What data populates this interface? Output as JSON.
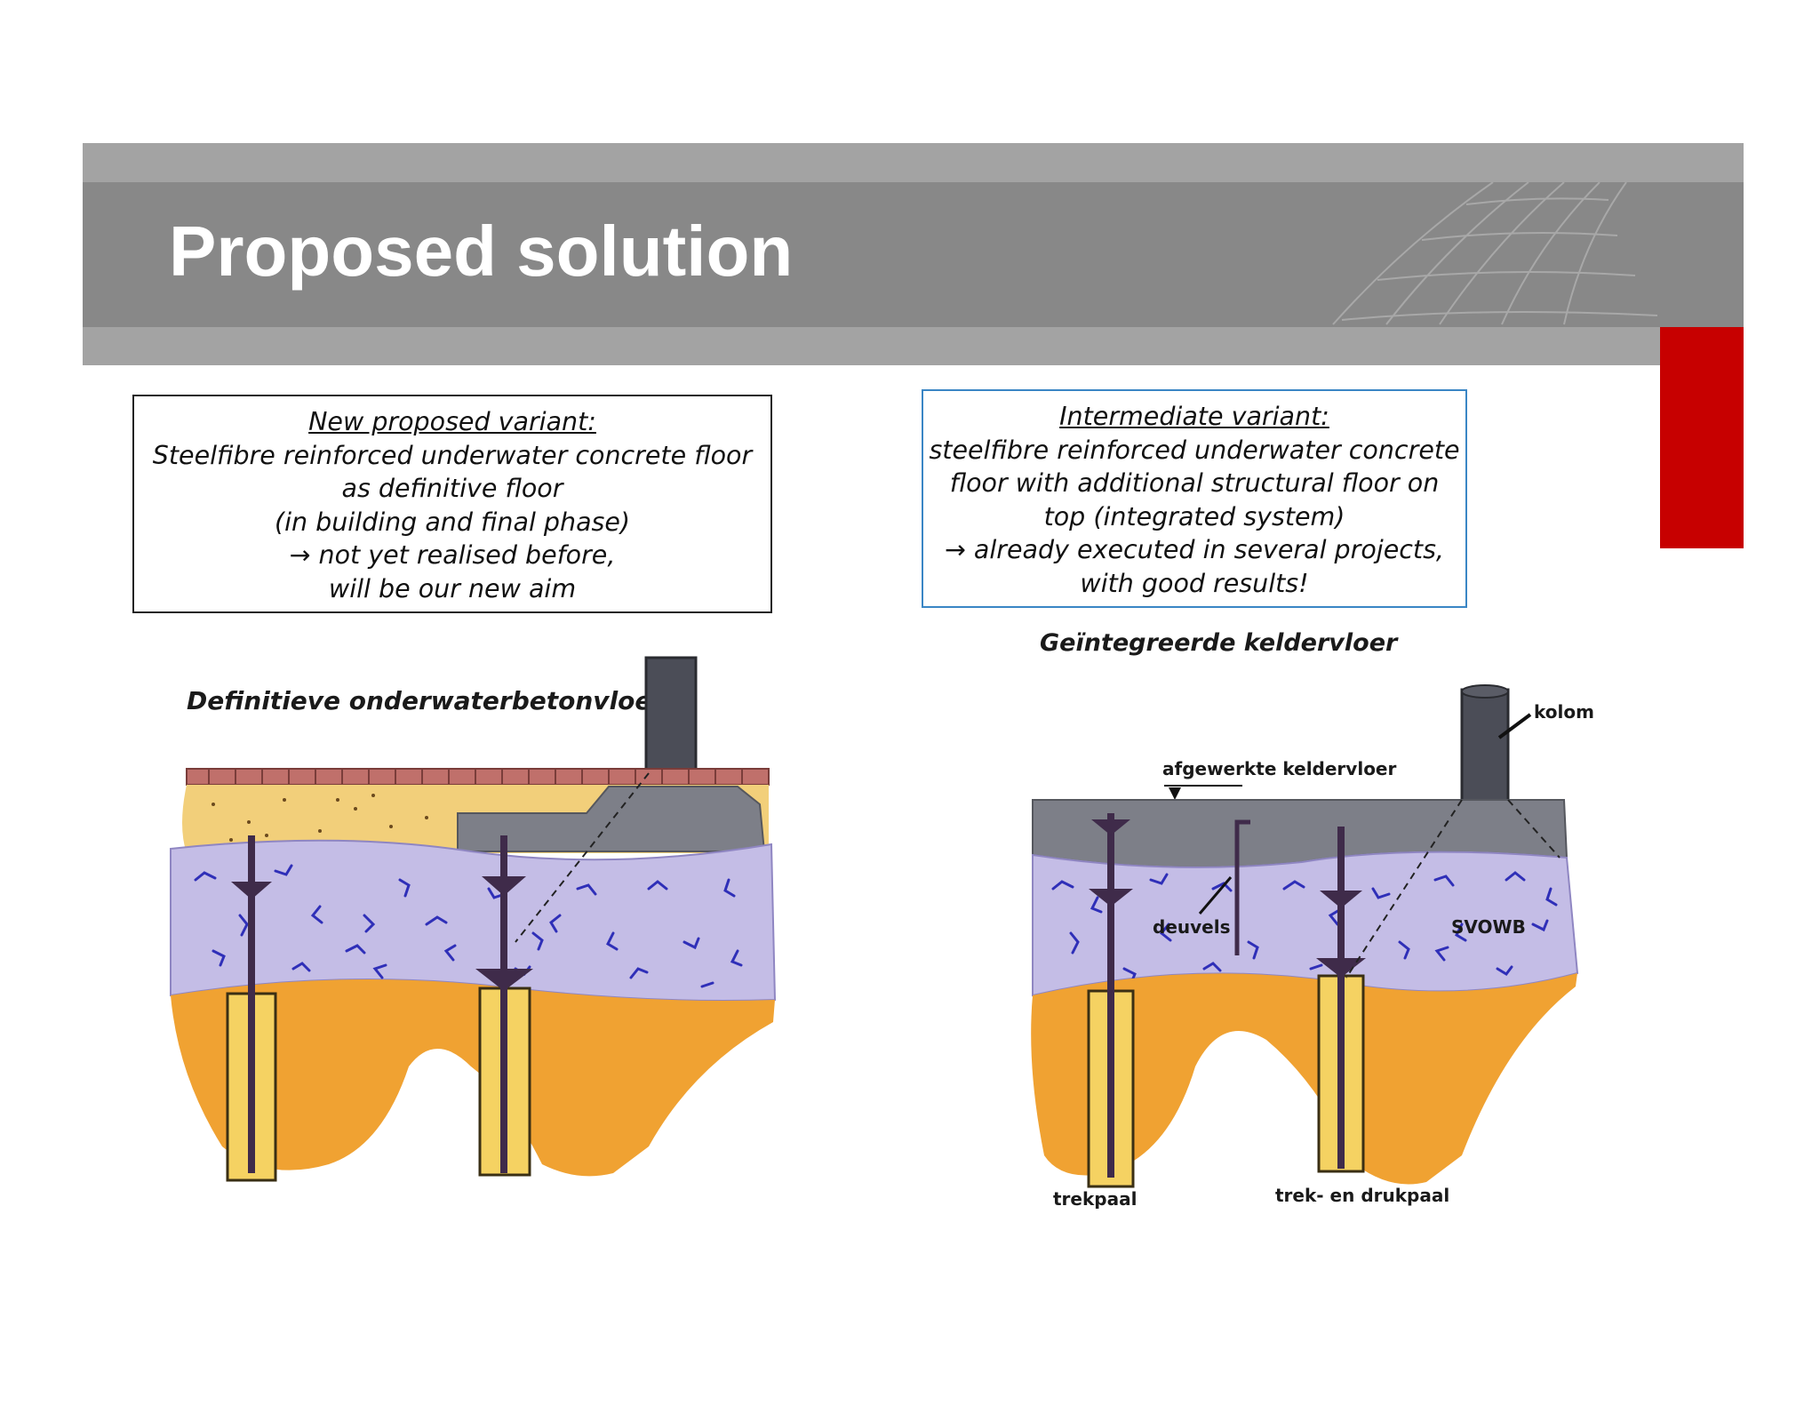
{
  "slide": {
    "title": "Proposed solution"
  },
  "left_box": {
    "heading": "New proposed variant:",
    "lines": [
      "Steelfibre reinforced underwater concrete floor",
      "as definitive floor",
      "(in building and final phase)",
      "→ not yet realised before,",
      "will be our new aim"
    ]
  },
  "right_box": {
    "heading": "Intermediate variant:",
    "lines": [
      "steelfibre reinforced underwater concrete",
      "floor with additional structural floor on",
      "top (integrated system)",
      "→ already executed in several projects,",
      "with good results!"
    ]
  },
  "left_diagram": {
    "title": "Definitieve onderwaterbetonvloer"
  },
  "right_diagram": {
    "title": "Geïntegreerde keldervloer",
    "labels": {
      "column": "kolom",
      "finished_floor": "afgewerkte keldervloer",
      "dowels": "deuvels",
      "svowb": "SVOWB",
      "tension_pile": "trekpaal",
      "tension_compression_pile": "trek- en drukpaal"
    }
  },
  "colors": {
    "banner_dark": "#888888",
    "banner_light": "#a3a3a3",
    "accent_red": "#c70000",
    "concrete_purple": "#c4bde6",
    "fibre_blue": "#2f2fb8",
    "soil_orange": "#f0a232",
    "sand_yellow": "#f2cf7a",
    "grey_concrete": "#7d7f88",
    "brick": "#c0706b"
  }
}
